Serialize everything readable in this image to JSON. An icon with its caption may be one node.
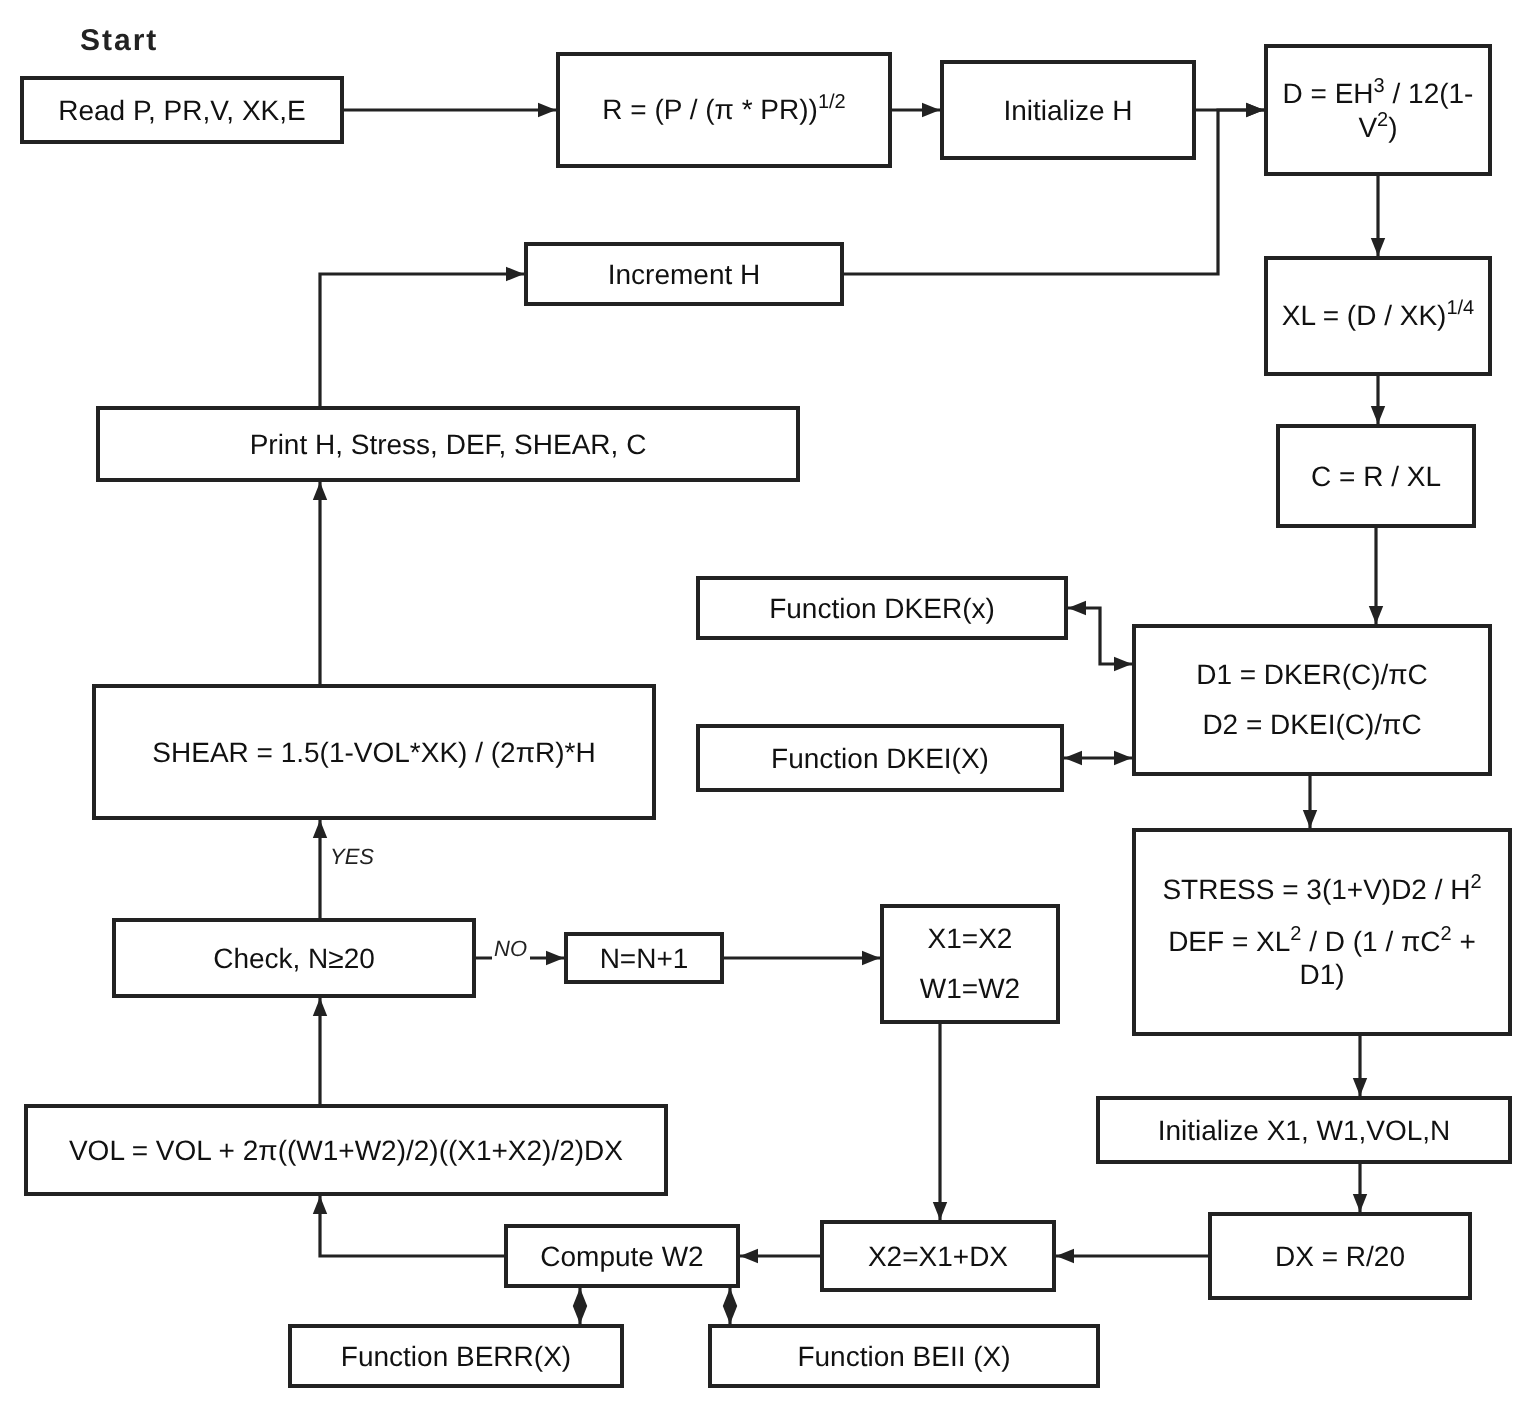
{
  "diagram": {
    "nodes": [
      {
        "text": [
          "Read P, PR,V, XK,E"
        ],
        "beside": [
          "Start"
        ]
      },
      {
        "text": [
          "R = (P / (π * PR))$^{1/2}$"
        ]
      },
      {
        "text": [
          "Initialize H"
        ]
      },
      {
        "text": [
          "D = EH$^{3}$ / 12(1-V$^{2}$)"
        ]
      },
      {
        "text": [
          "Increment H"
        ]
      },
      {
        "text": [
          "XL = (D / XK)$^{1/4}$"
        ]
      },
      {
        "text": [
          "Print H, Stress, DEF, SHEAR, C"
        ]
      },
      {
        "text": [
          "C = R / XL"
        ]
      },
      {
        "text": [
          "Function DKER(x)"
        ]
      },
      {
        "text": [
          "D1 = DKER(C)/πC",
          "D2 = DKEI(C)/πC"
        ]
      },
      {
        "text": [
          "Function DKEI(X)"
        ]
      },
      {
        "text": [
          "SHEAR = 1.5(1-VOL*XK) / (2πR)*H"
        ]
      },
      {
        "text": [
          "STRESS = 3(1+V)D2 / H$^{2}$",
          "DEF = XL$^{2}$ / D (1 / πC$^{2}$ + D1)"
        ]
      },
      {
        "text": [
          "Check, N≥20"
        ]
      },
      {
        "text": [
          "N=N+1"
        ]
      },
      {
        "text": [
          "X1=X2",
          "W1=W2"
        ]
      },
      {
        "text": [
          "Initialize X1, W1,VOL,N"
        ]
      },
      {
        "text": [
          "VOL = VOL + 2π((W1+W2)/2)((X1+X2)/2)DX"
        ]
      },
      {
        "text": [
          "Compute W2"
        ]
      },
      {
        "text": [
          "X2=X1+DX"
        ]
      },
      {
        "text": [
          "DX = R/20"
        ]
      },
      {
        "text": [
          "Function BERR(X)"
        ]
      },
      {
        "text": [
          "Function BEII (X)"
        ]
      }
    ],
    "edges": [
      {
        "from": 0,
        "to": 1,
        "arrow": "to"
      },
      {
        "from": 1,
        "to": 2,
        "arrow": "to"
      },
      {
        "from": 2,
        "to": 3,
        "arrow": "to"
      },
      {
        "from": 4,
        "to": 3,
        "arrow": "to"
      },
      {
        "from": 6,
        "to": 4,
        "arrow": "to"
      },
      {
        "from": 3,
        "to": 5,
        "arrow": "to"
      },
      {
        "from": 5,
        "to": 7,
        "arrow": "to"
      },
      {
        "from": 7,
        "to": 9,
        "arrow": "to"
      },
      {
        "from": 8,
        "to": 9,
        "arrow": "both"
      },
      {
        "from": 10,
        "to": 9,
        "arrow": "both"
      },
      {
        "from": 9,
        "to": 12,
        "arrow": "to"
      },
      {
        "from": 12,
        "to": 16,
        "arrow": "to"
      },
      {
        "from": 16,
        "to": 20,
        "arrow": "to"
      },
      {
        "from": 20,
        "to": 19,
        "arrow": "to"
      },
      {
        "from": 19,
        "to": 18,
        "arrow": "to"
      },
      {
        "from": 15,
        "to": 19,
        "arrow": "to"
      },
      {
        "from": 14,
        "to": 15,
        "arrow": "to"
      },
      {
        "from": 13,
        "to": 14,
        "arrow": "to",
        "label": "NO"
      },
      {
        "from": 13,
        "to": 11,
        "arrow": "to",
        "label": "YES"
      },
      {
        "from": 11,
        "to": 6,
        "arrow": "to"
      },
      {
        "from": 18,
        "to": 17,
        "arrow": "to"
      },
      {
        "from": 17,
        "to": 13,
        "arrow": "to"
      },
      {
        "from": 18,
        "to": 21,
        "arrow": "both"
      },
      {
        "from": 18,
        "to": 22,
        "arrow": "both"
      }
    ]
  }
}
